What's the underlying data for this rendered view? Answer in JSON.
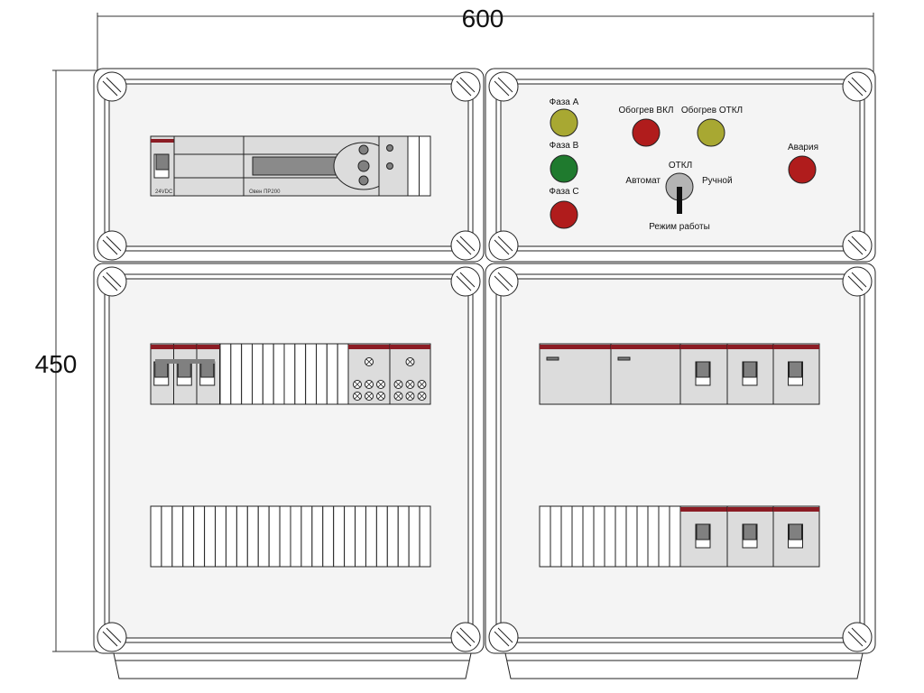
{
  "dimensions": {
    "width": "600",
    "height": "450"
  },
  "plc": {
    "left_label": "24VDC",
    "right_label": "Овен ПР200"
  },
  "control_panel": {
    "indicators": [
      {
        "label": "Фаза A",
        "color": "#a8a832"
      },
      {
        "label": "Фаза B",
        "color": "#1f7a2e"
      },
      {
        "label": "Фаза C",
        "color": "#b01c1c"
      },
      {
        "label": "Обогрев ВКЛ",
        "color": "#b01c1c"
      },
      {
        "label": "Обогрев ОТКЛ",
        "color": "#a8a832"
      },
      {
        "label": "Авария",
        "color": "#b01c1c"
      }
    ],
    "selector": {
      "top_label": "ОТКЛ",
      "left_label": "Автомат",
      "right_label": "Ручной",
      "caption": "Режим работы"
    }
  },
  "colors": {
    "module": "#dcdcdc",
    "brand_stripe": "#8b1c24",
    "handle": "#808080",
    "panel": "#f4f4f4"
  }
}
